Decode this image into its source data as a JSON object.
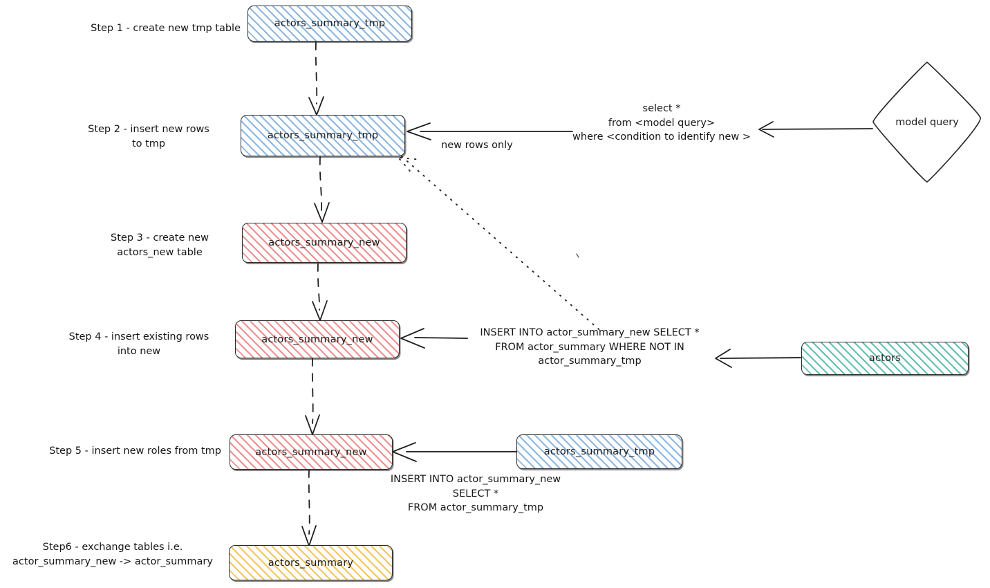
{
  "diagram": {
    "title": "Incremental model build - tmp / new / exchange",
    "background": "#ffffff",
    "ink_color": "#2b2b2b",
    "palette": {
      "blue": "#78aadc",
      "red": "#e87878",
      "green": "#3cafa0",
      "yellow": "#f0be46"
    }
  },
  "steps": [
    {
      "id": "step1",
      "label": "Step 1 - create new tmp table"
    },
    {
      "id": "step2",
      "label": "Step 2 - insert new rows\nto tmp"
    },
    {
      "id": "step3",
      "label": "Step 3 - create new\nactors_new table"
    },
    {
      "id": "step4",
      "label": "Step 4 - insert existing rows\ninto new"
    },
    {
      "id": "step5",
      "label": "Step 5 - insert new roles from tmp"
    },
    {
      "id": "step6",
      "label": "Step6 - exchange tables i.e.\nactor_summary_new -> actor_summary"
    }
  ],
  "nodes": [
    {
      "id": "n1",
      "label": "actors_summary_tmp",
      "color": "blue"
    },
    {
      "id": "n2",
      "label": "actors_summary_tmp",
      "color": "blue"
    },
    {
      "id": "n3",
      "label": "actors_summary_new",
      "color": "red"
    },
    {
      "id": "n4",
      "label": "actors_summary_new",
      "color": "red"
    },
    {
      "id": "n5",
      "label": "actors_summary_new",
      "color": "red"
    },
    {
      "id": "n6",
      "label": "actors_summary",
      "color": "yellow"
    },
    {
      "id": "n_actors",
      "label": "actors",
      "color": "green"
    },
    {
      "id": "n_tmp_right",
      "label": "actors_summary_tmp",
      "color": "blue"
    }
  ],
  "diamond": {
    "id": "d1",
    "label": "model query"
  },
  "annotations": [
    {
      "id": "a_new_rows",
      "label": "new rows only"
    },
    {
      "id": "a_select_query",
      "label": "select *\nfrom <model query>\nwhere <condition to identify new >"
    },
    {
      "id": "a_insert_existing",
      "label": "INSERT INTO actor_summary_new SELECT *\nFROM actor_summary WHERE NOT IN\nactor_summary_tmp"
    },
    {
      "id": "a_insert_new_roles",
      "label": "INSERT INTO actor_summary_new\nSELECT *\nFROM actor_summary_tmp"
    }
  ]
}
